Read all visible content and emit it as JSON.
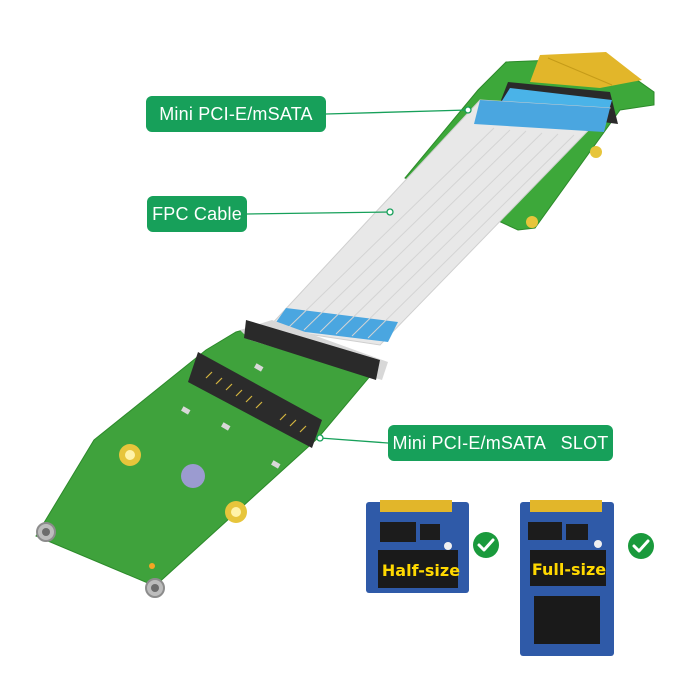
{
  "callouts": {
    "mini_pcie": "Mini PCI-E/mSATA",
    "fpc_cable": "FPC Cable",
    "slot": "Mini PCI-E/mSATA   SLOT"
  },
  "cards": {
    "half_size": "Half-size",
    "full_size": "Full-size"
  },
  "icons": {
    "check": "check-circle-icon"
  },
  "colors": {
    "callout": "#17a05a",
    "pcb": "#3aa63a",
    "card": "#2f5aa8",
    "check": "#1a9a3c",
    "label_text": "#ffd800"
  }
}
